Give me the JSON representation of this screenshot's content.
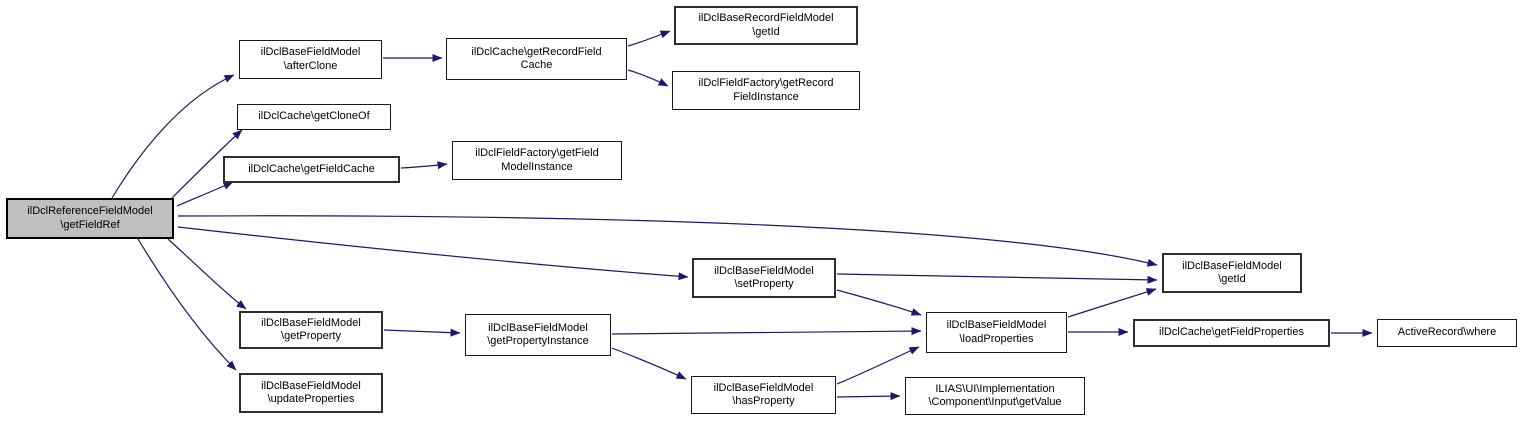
{
  "diagram": {
    "type": "call-graph",
    "colors": {
      "background": "#ffffff",
      "edge": "#191970",
      "node_border": "#1a1a1a",
      "node_fill": "#ffffff",
      "highlight_node_fill": "#bfbfbf",
      "text": "#000000"
    },
    "nodes": [
      {
        "id": "getFieldRef",
        "label": "ilDclReferenceFieldModel\n\\getFieldRef",
        "highlighted": true
      },
      {
        "id": "afterClone",
        "label": "ilDclBaseFieldModel\n\\afterClone",
        "highlighted": false
      },
      {
        "id": "getRecordFieldCache",
        "label": "ilDclCache\\getRecordField\nCache",
        "highlighted": false
      },
      {
        "id": "baseRecordGetId",
        "label": "ilDclBaseRecordFieldModel\n\\getId",
        "highlighted": false
      },
      {
        "id": "getRecordFieldInstance",
        "label": "ilDclFieldFactory\\getRecord\nFieldInstance",
        "highlighted": false
      },
      {
        "id": "getCloneOf",
        "label": "ilDclCache\\getCloneOf",
        "highlighted": false
      },
      {
        "id": "getFieldCache",
        "label": "ilDclCache\\getFieldCache",
        "highlighted": false
      },
      {
        "id": "getFieldModelInstance",
        "label": "ilDclFieldFactory\\getField\nModelInstance",
        "highlighted": false
      },
      {
        "id": "setProperty",
        "label": "ilDclBaseFieldModel\n\\setProperty",
        "highlighted": false
      },
      {
        "id": "loadProperties",
        "label": "ilDclBaseFieldModel\n\\loadProperties",
        "highlighted": false
      },
      {
        "id": "getId",
        "label": "ilDclBaseFieldModel\n\\getId",
        "highlighted": false
      },
      {
        "id": "getFieldProperties",
        "label": "ilDclCache\\getFieldProperties",
        "highlighted": false
      },
      {
        "id": "where",
        "label": "ActiveRecord\\where",
        "highlighted": false
      },
      {
        "id": "getProperty",
        "label": "ilDclBaseFieldModel\n\\getProperty",
        "highlighted": false
      },
      {
        "id": "getPropertyInstance",
        "label": "ilDclBaseFieldModel\n\\getPropertyInstance",
        "highlighted": false
      },
      {
        "id": "hasProperty",
        "label": "ilDclBaseFieldModel\n\\hasProperty",
        "highlighted": false
      },
      {
        "id": "getValue",
        "label": "ILIAS\\UI\\Implementation\n\\Component\\Input\\getValue",
        "highlighted": false
      },
      {
        "id": "updateProperties",
        "label": "ilDclBaseFieldModel\n\\updateProperties",
        "highlighted": false
      }
    ],
    "edges": [
      {
        "from": "getFieldRef",
        "to": "afterClone"
      },
      {
        "from": "getFieldRef",
        "to": "getCloneOf"
      },
      {
        "from": "getFieldRef",
        "to": "getFieldCache"
      },
      {
        "from": "getFieldRef",
        "to": "getId"
      },
      {
        "from": "getFieldRef",
        "to": "setProperty"
      },
      {
        "from": "getFieldRef",
        "to": "getProperty"
      },
      {
        "from": "getFieldRef",
        "to": "updateProperties"
      },
      {
        "from": "afterClone",
        "to": "getRecordFieldCache"
      },
      {
        "from": "getRecordFieldCache",
        "to": "baseRecordGetId"
      },
      {
        "from": "getRecordFieldCache",
        "to": "getRecordFieldInstance"
      },
      {
        "from": "getFieldCache",
        "to": "getFieldModelInstance"
      },
      {
        "from": "setProperty",
        "to": "getId"
      },
      {
        "from": "setProperty",
        "to": "loadProperties"
      },
      {
        "from": "getProperty",
        "to": "getPropertyInstance"
      },
      {
        "from": "getPropertyInstance",
        "to": "loadProperties"
      },
      {
        "from": "getPropertyInstance",
        "to": "hasProperty"
      },
      {
        "from": "hasProperty",
        "to": "loadProperties"
      },
      {
        "from": "hasProperty",
        "to": "getValue"
      },
      {
        "from": "loadProperties",
        "to": "getId"
      },
      {
        "from": "loadProperties",
        "to": "getFieldProperties"
      },
      {
        "from": "getFieldProperties",
        "to": "where"
      }
    ]
  }
}
